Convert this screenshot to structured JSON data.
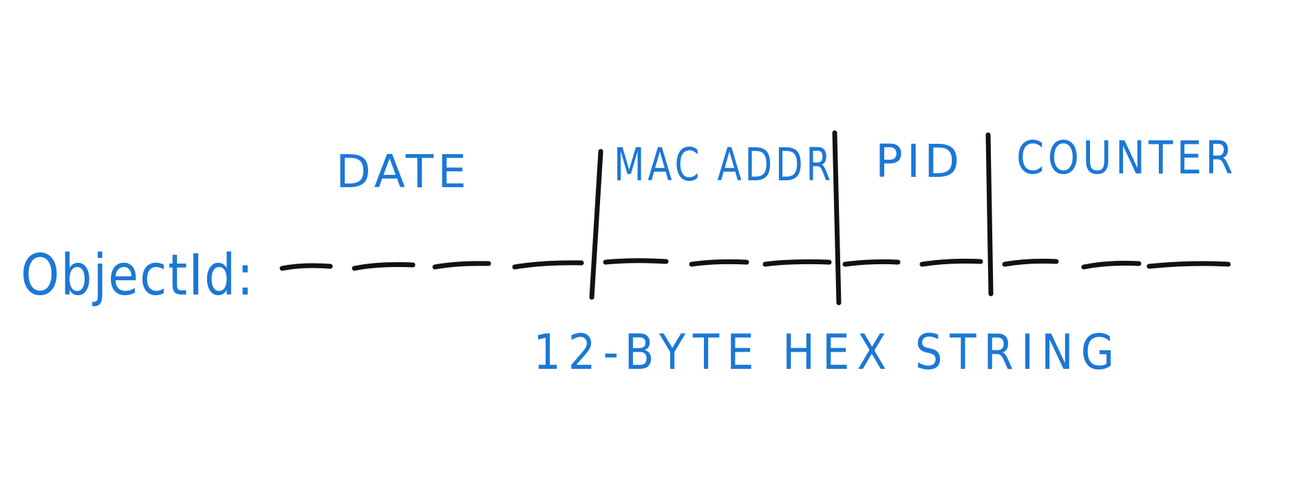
{
  "diagram": {
    "prefix_label": "ObjectId:",
    "caption": "12-BYTE HEX STRING",
    "colors": {
      "text": "#1b78d6",
      "ink": "#111111",
      "background": "#ffffff"
    },
    "segments": [
      {
        "label": "DATE",
        "byte_slots": 4
      },
      {
        "label": "MAC ADDR",
        "byte_slots": 3
      },
      {
        "label": "PID",
        "byte_slots": 2
      },
      {
        "label": "COUNTER",
        "byte_slots": 3
      }
    ]
  }
}
